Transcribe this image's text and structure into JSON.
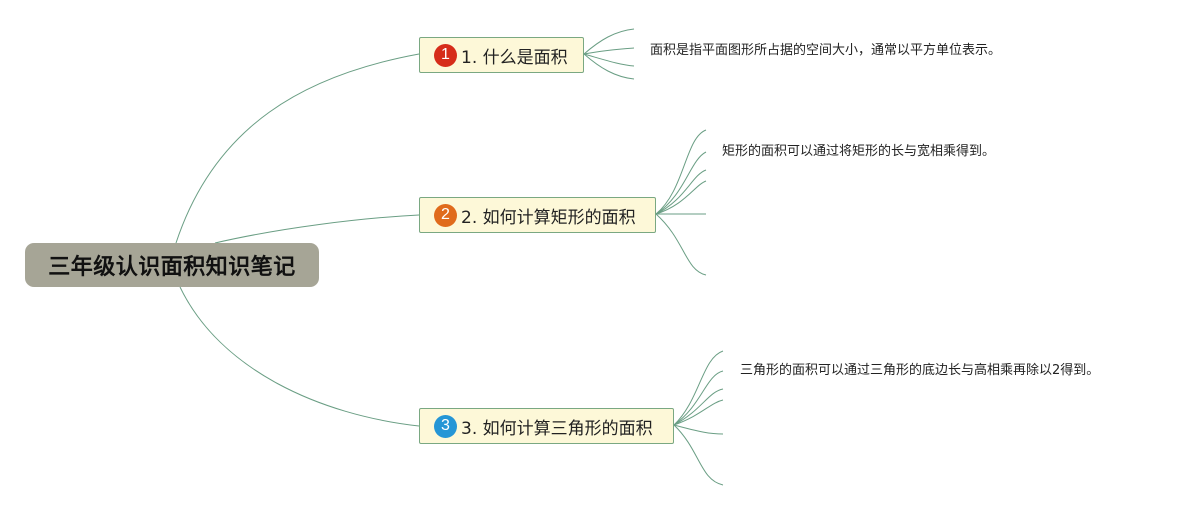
{
  "diagram": {
    "root": {
      "label": "三年级认识面积知识笔记",
      "color": "#a6a596"
    },
    "connector_color": "#6a9e84",
    "topic_fill": "#fdf8d8",
    "topic_border": "#7aa882",
    "topics": [
      {
        "number": "1",
        "label": "1. 什么是面积",
        "badge_color": "#d62d1a",
        "note": "面积是指平面图形所占据的空间大小，通常以平方单位表示。"
      },
      {
        "number": "2",
        "label": "2. 如何计算矩形的面积",
        "badge_color": "#e06b1c",
        "note": "矩形的面积可以通过将矩形的长与宽相乘得到。"
      },
      {
        "number": "3",
        "label": "3. 如何计算三角形的面积",
        "badge_color": "#2596d6",
        "note": "三角形的面积可以通过三角形的底边长与高相乘再除以2得到。"
      }
    ]
  }
}
